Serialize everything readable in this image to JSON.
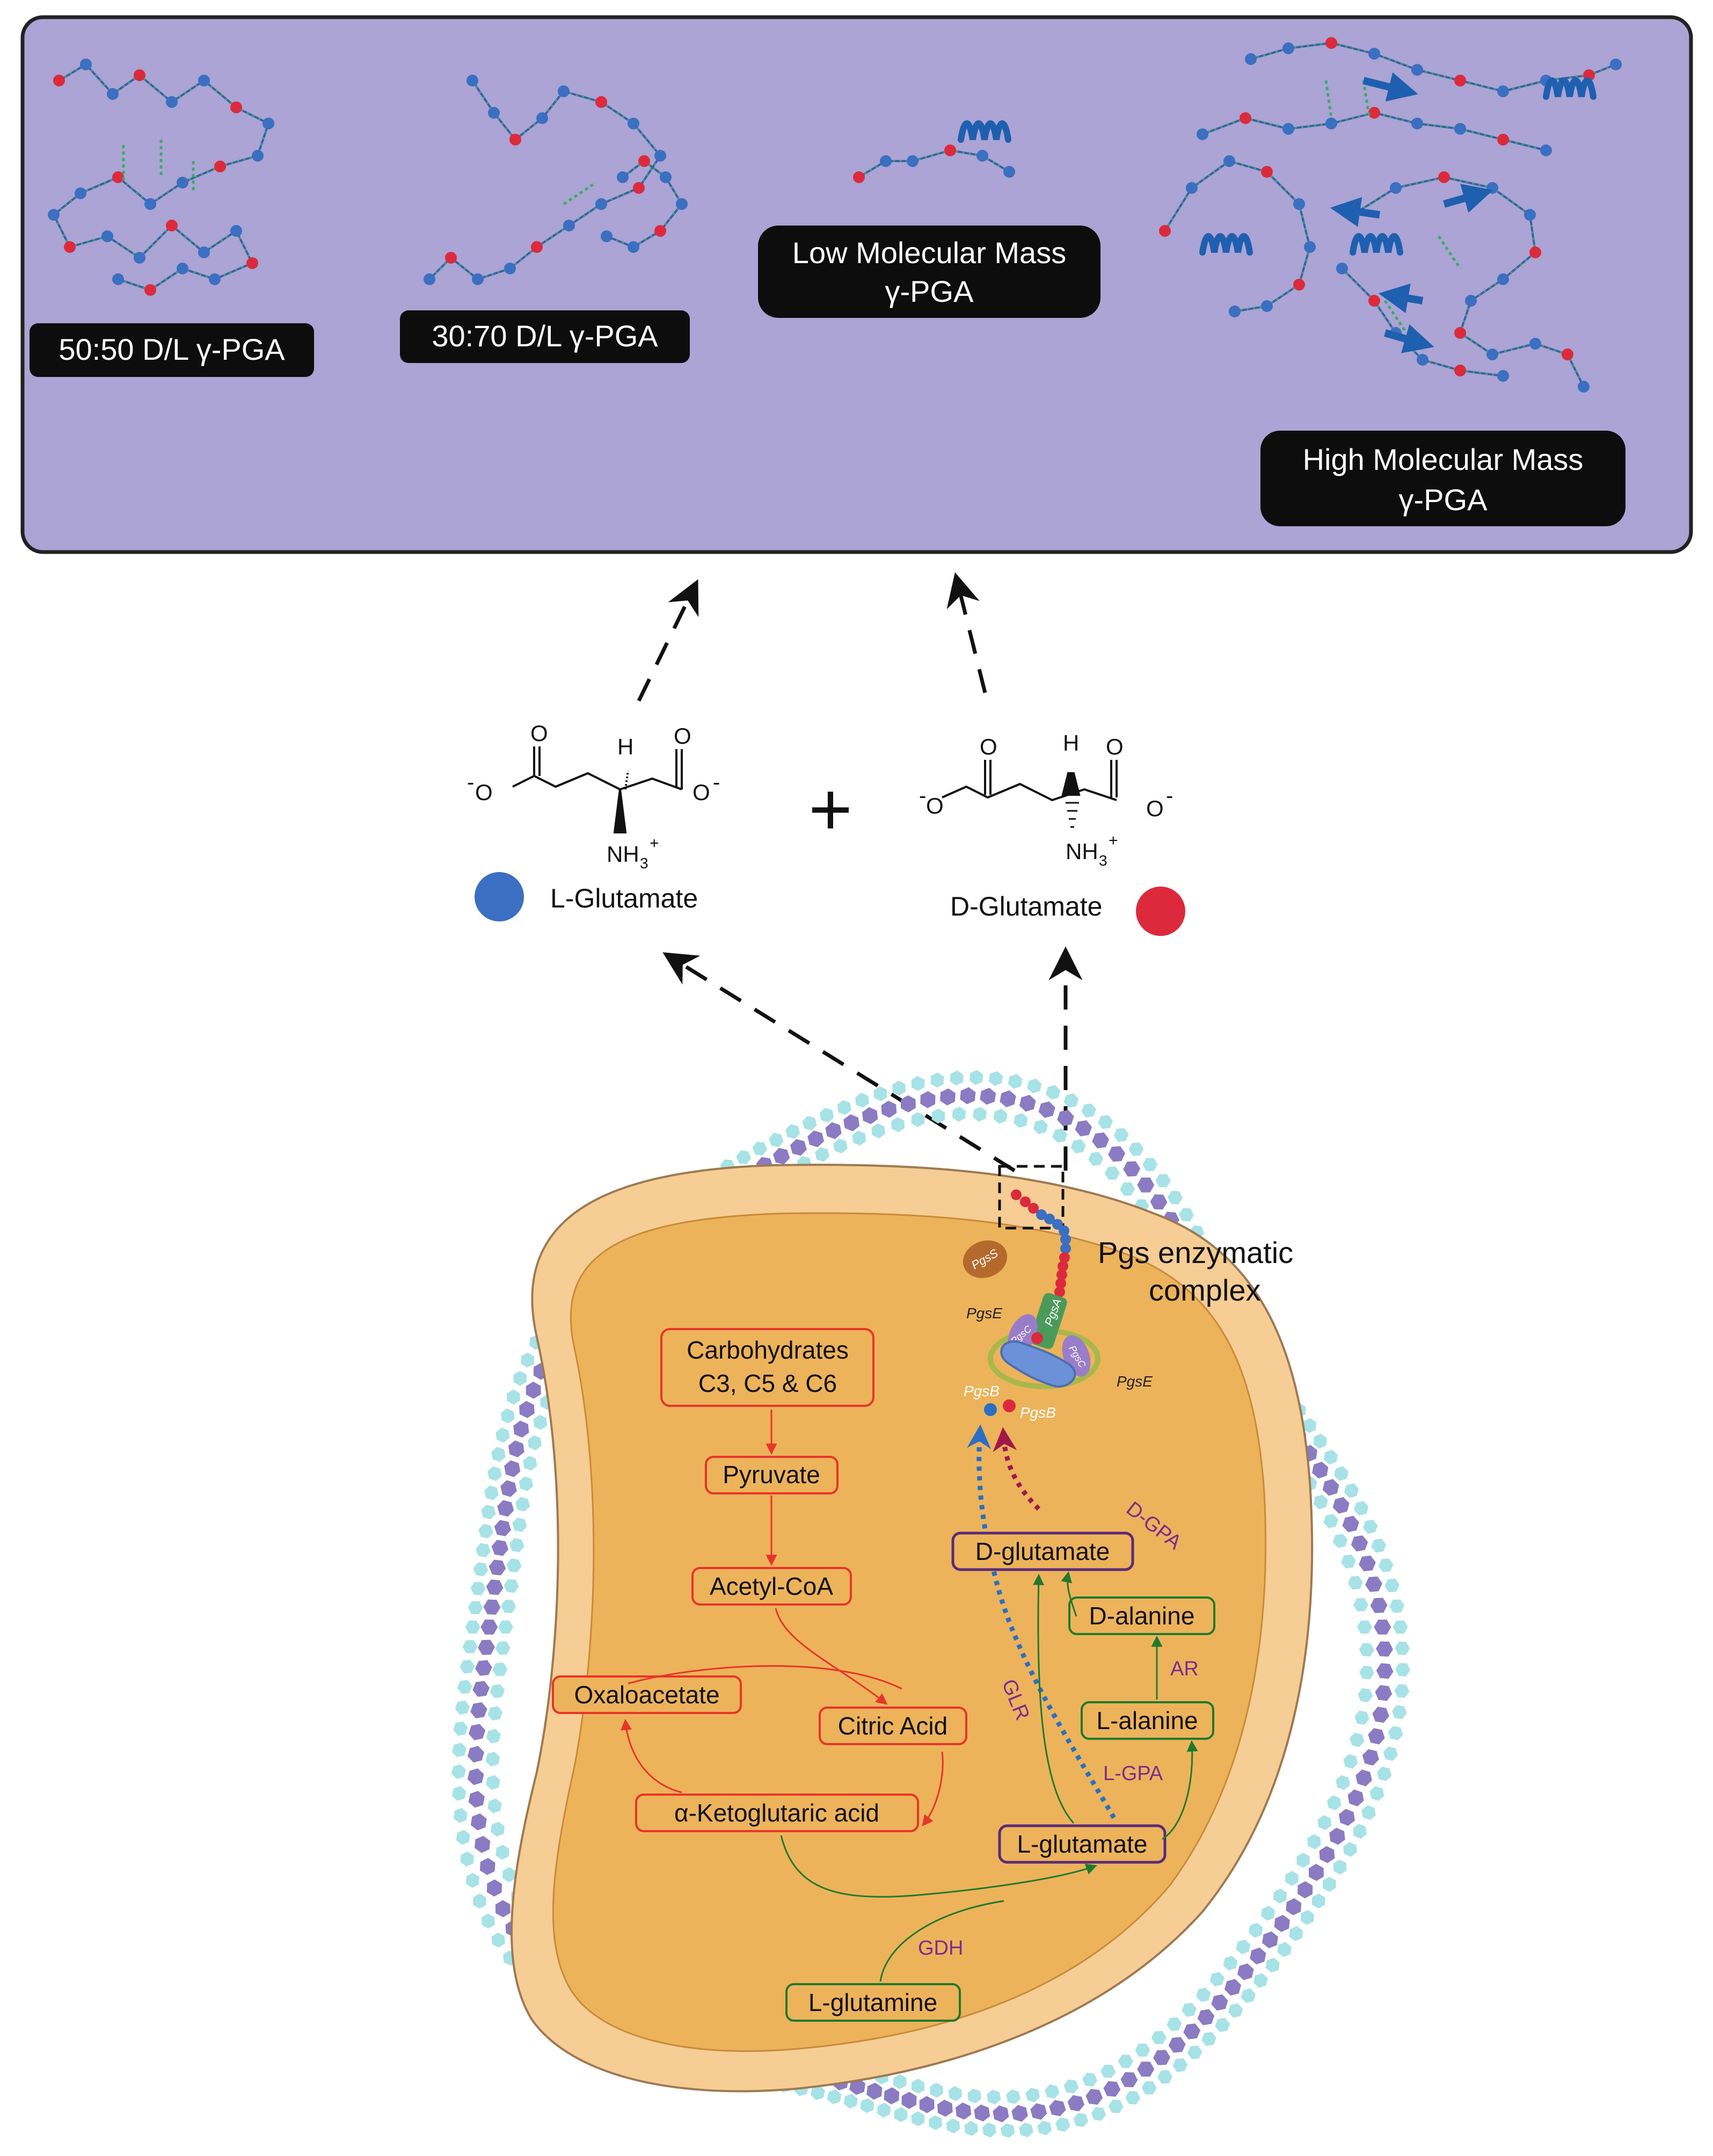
{
  "top_panel": {
    "labels": {
      "dl_5050": "50:50 D/L γ-PGA",
      "dl_3070": "30:70 D/L γ-PGA",
      "lmm_line1": "Low Molecular Mass",
      "lmm_line2": "γ-PGA",
      "hmm_line1": "High Molecular Mass",
      "hmm_line2": "γ-PGA"
    }
  },
  "monomers": {
    "l_glutamate": {
      "name": "L-Glutamate",
      "atoms": {
        "o_top_left": "O",
        "o_top_right": "O",
        "o_left": "O",
        "o_right": "O",
        "h": "H",
        "nh3": "NH",
        "nh3_sub": "3",
        "nh3_sup": "+",
        "minus_left": "-",
        "minus_right": "-"
      }
    },
    "plus_sign": "+",
    "d_glutamate": {
      "name": "D-Glutamate",
      "atoms": {
        "o_top_left": "O",
        "o_top_right": "O",
        "o_left": "O",
        "o_right": "O",
        "h": "H",
        "nh3": "NH",
        "nh3_sub": "3",
        "nh3_sup": "+",
        "minus_left": "-",
        "minus_right": "-"
      }
    }
  },
  "cell": {
    "pgs_complex_line1": "Pgs enzymatic",
    "pgs_complex_line2": "complex",
    "proteins": {
      "pgsS": "PgsS",
      "pgsE_left": "PgsE",
      "pgsE_right": "PgsE",
      "pgsA": "PgsA",
      "pgsB_left": "PgsB",
      "pgsB_right": "PgsB",
      "pgsC_left": "PgsC",
      "pgsC_right": "PgsC"
    },
    "metabolites": {
      "carbohydrates_line1": "Carbohydrates",
      "carbohydrates_line2": "C3, C5 & C6",
      "pyruvate": "Pyruvate",
      "acetyl_coa": "Acetyl-CoA",
      "oxaloacetate": "Oxaloacetate",
      "citric_acid": "Citric Acid",
      "ketoglutaric": "α-Ketoglutaric acid",
      "l_glutamine": "L-glutamine",
      "l_glutamate": "L-glutamate",
      "l_alanine": "L-alanine",
      "d_alanine": "D-alanine",
      "d_glutamate": "D-glutamate"
    },
    "enzymes": {
      "gdh": "GDH",
      "glr": "GLR",
      "l_gpa": "L-GPA",
      "ar": "AR",
      "d_gpa": "D-GPA"
    }
  },
  "colors": {
    "panel_bg": "#aba4d4",
    "l_monomer": "#3b6fc1",
    "d_monomer": "#dc2a3c",
    "chain": "#3a5fa8",
    "hbond": "#3caa6a",
    "cytoplasm": "#edb35b",
    "membrane": "#f6cd94",
    "tca": "#e8352a",
    "gluta_path": "#1f7a2d",
    "enzyme_text": "#7a2c8e"
  }
}
